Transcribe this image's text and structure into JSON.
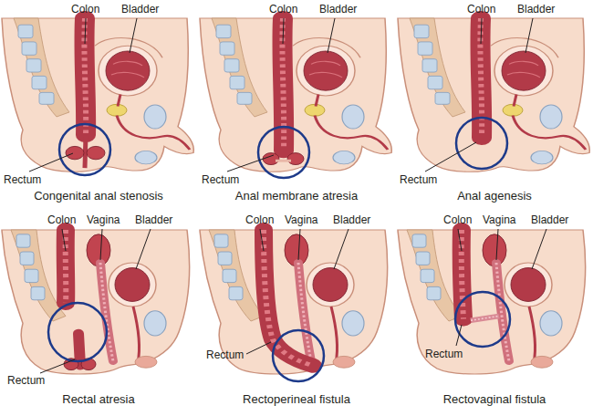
{
  "diagram": {
    "labels": [
      "Colon",
      "Bladder",
      "Rectum",
      "Congenital anal stenosis",
      "Colon",
      "Bladder",
      "Rectum",
      "Anal membrane atresia",
      "Colon",
      "Bladder",
      "Rectum",
      "Anal agenesis",
      "Colon",
      "Vagina",
      "Bladder",
      "Rectum",
      "Rectal atresia",
      "Colon",
      "Vagina",
      "Bladder",
      "Rectum",
      "Rectoperineal fistula",
      "Colon",
      "Vagina",
      "Bladder",
      "Rectum",
      "Rectovaginal fistula"
    ]
  }
}
